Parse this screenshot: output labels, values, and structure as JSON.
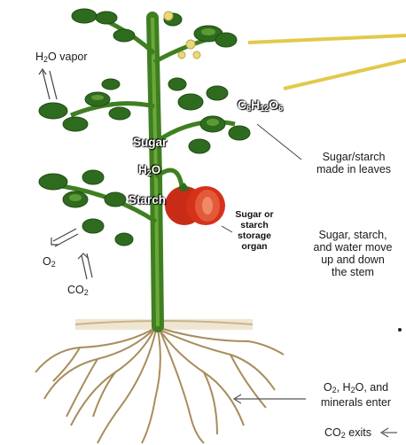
{
  "labels": {
    "h2o_vapor": {
      "main": "H",
      "sub": "2",
      "rest": "O vapor"
    },
    "formula": {
      "c": "C",
      "c_sub": "6",
      "h": "H",
      "h_sub": "12",
      "o": "O",
      "o_sub": "6"
    },
    "sugar": "Sugar",
    "h2o_stem": {
      "main": "H",
      "sub": "2",
      "rest": "O"
    },
    "starch": "Starch",
    "sugar_made_line1": "Sugar/starch",
    "sugar_made_line2": "made in leaves",
    "storage_line1": "Sugar or",
    "storage_line2": "starch",
    "storage_line3": "storage",
    "storage_line4": "organ",
    "move_line1": "Sugar, starch,",
    "move_line2": "and water move",
    "move_line3": "up and down",
    "move_line4": "the stem",
    "o2": {
      "main": "O",
      "sub": "2"
    },
    "co2": {
      "main": "CO",
      "sub": "2"
    },
    "enter_line1_a": "O",
    "enter_line1_sub1": "2",
    "enter_line1_b": ", H",
    "enter_line1_sub2": "2",
    "enter_line1_c": "O, and",
    "enter_line2": "minerals enter",
    "co2_exits_main": "CO",
    "co2_exits_sub": "2",
    "co2_exits_rest": " exits"
  },
  "colors": {
    "leaf": "#2f6b1e",
    "leaf_light": "#5e9a34",
    "stem": "#3f7f22",
    "tomato": "#d6321a",
    "flower": "#e8d97a",
    "pointer": "#e3c94a",
    "root": "#b39a6a",
    "soil": "#e7dcc6"
  }
}
